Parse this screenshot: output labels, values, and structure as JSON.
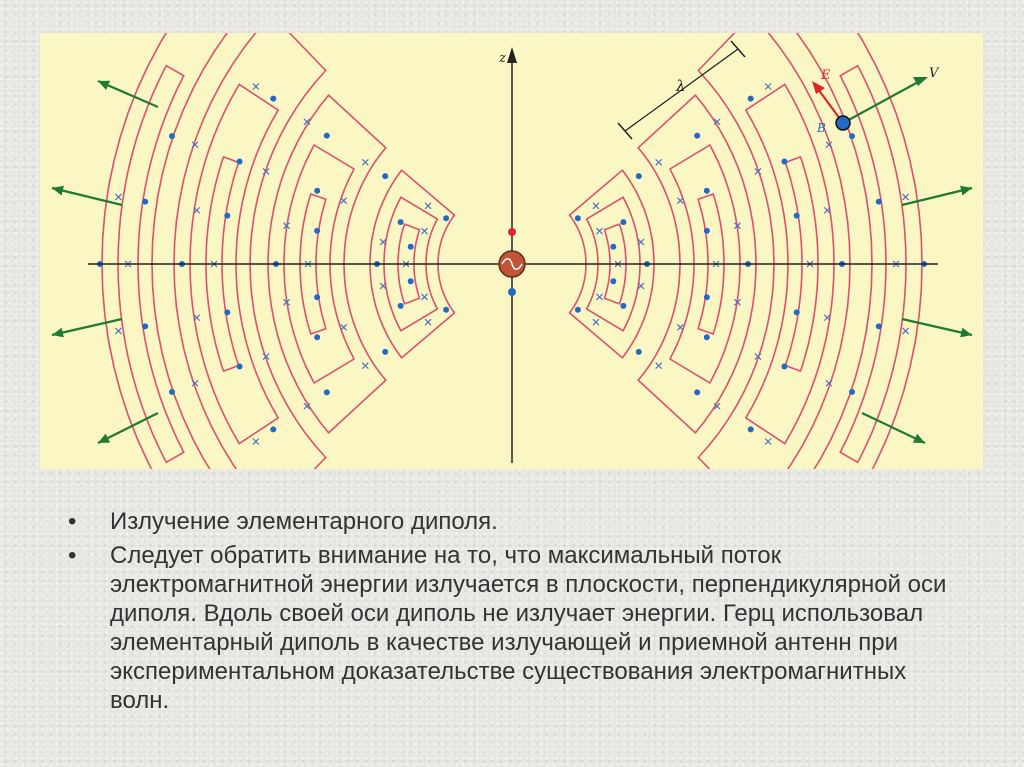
{
  "figure": {
    "axis_label_z": "z",
    "label_lambda": "λ",
    "label_E": "E",
    "label_V": "V",
    "label_B": "B",
    "colors": {
      "background": "#fbf7c4",
      "field_lines": "#e0506a",
      "dots": "#2468c8",
      "crosses": "#4a72c0",
      "arrows": "#1f7a32",
      "source": "#c0553a",
      "e_vector": "#e0242c",
      "axes": "#222222"
    }
  },
  "bullets": [
    {
      "marker": "•",
      "text": "Излучение элементарного диполя."
    },
    {
      "marker": "•",
      "text": "Следует обратить внимание на то, что максимальный поток электромагнитной энергии излучается в плоскости, перпендикулярной оси диполя. Вдоль своей оси диполь не излучает энергии. Герц использовал элементарный диполь в качестве излучающей и приемной антенн при экспериментальном доказательстве существования электромагнитных волн."
    }
  ]
}
